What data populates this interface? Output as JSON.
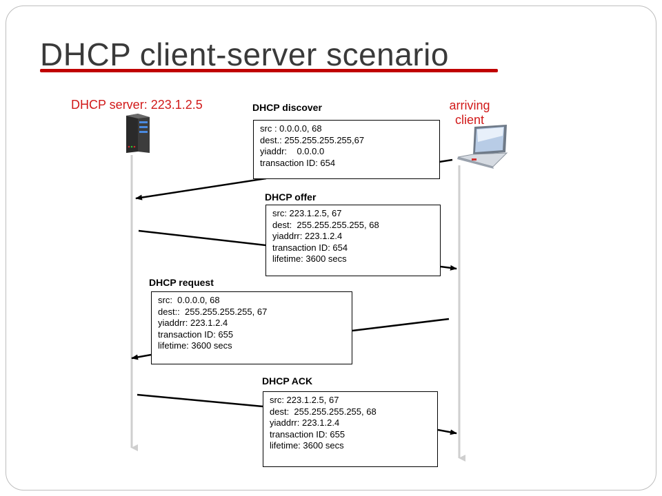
{
  "title": "DHCP client-server scenario",
  "server": {
    "label": "DHCP server: 223.1.2.5"
  },
  "client": {
    "label_line1": "arriving",
    "label_line2": "client"
  },
  "messages": [
    {
      "name": "DHCP discover",
      "lines": [
        "src : 0.0.0.0, 68",
        "dest.: 255.255.255.255,67",
        "yiaddr:    0.0.0.0",
        "transaction ID: 654"
      ]
    },
    {
      "name": "DHCP offer",
      "lines": [
        "src: 223.1.2.5, 67",
        "dest:  255.255.255.255, 68",
        "yiaddrr: 223.1.2.4",
        "transaction ID: 654",
        "lifetime: 3600 secs"
      ]
    },
    {
      "name": "DHCP request",
      "lines": [
        "src:  0.0.0.0, 68",
        "dest::  255.255.255.255, 67",
        "yiaddrr: 223.1.2.4",
        "transaction ID: 655",
        "lifetime: 3600 secs"
      ]
    },
    {
      "name": "DHCP ACK",
      "lines": [
        "src: 223.1.2.5, 67",
        "dest:  255.255.255.255, 68",
        "yiaddrr: 223.1.2.4",
        "transaction ID: 655",
        "lifetime: 3600 secs"
      ]
    }
  ]
}
